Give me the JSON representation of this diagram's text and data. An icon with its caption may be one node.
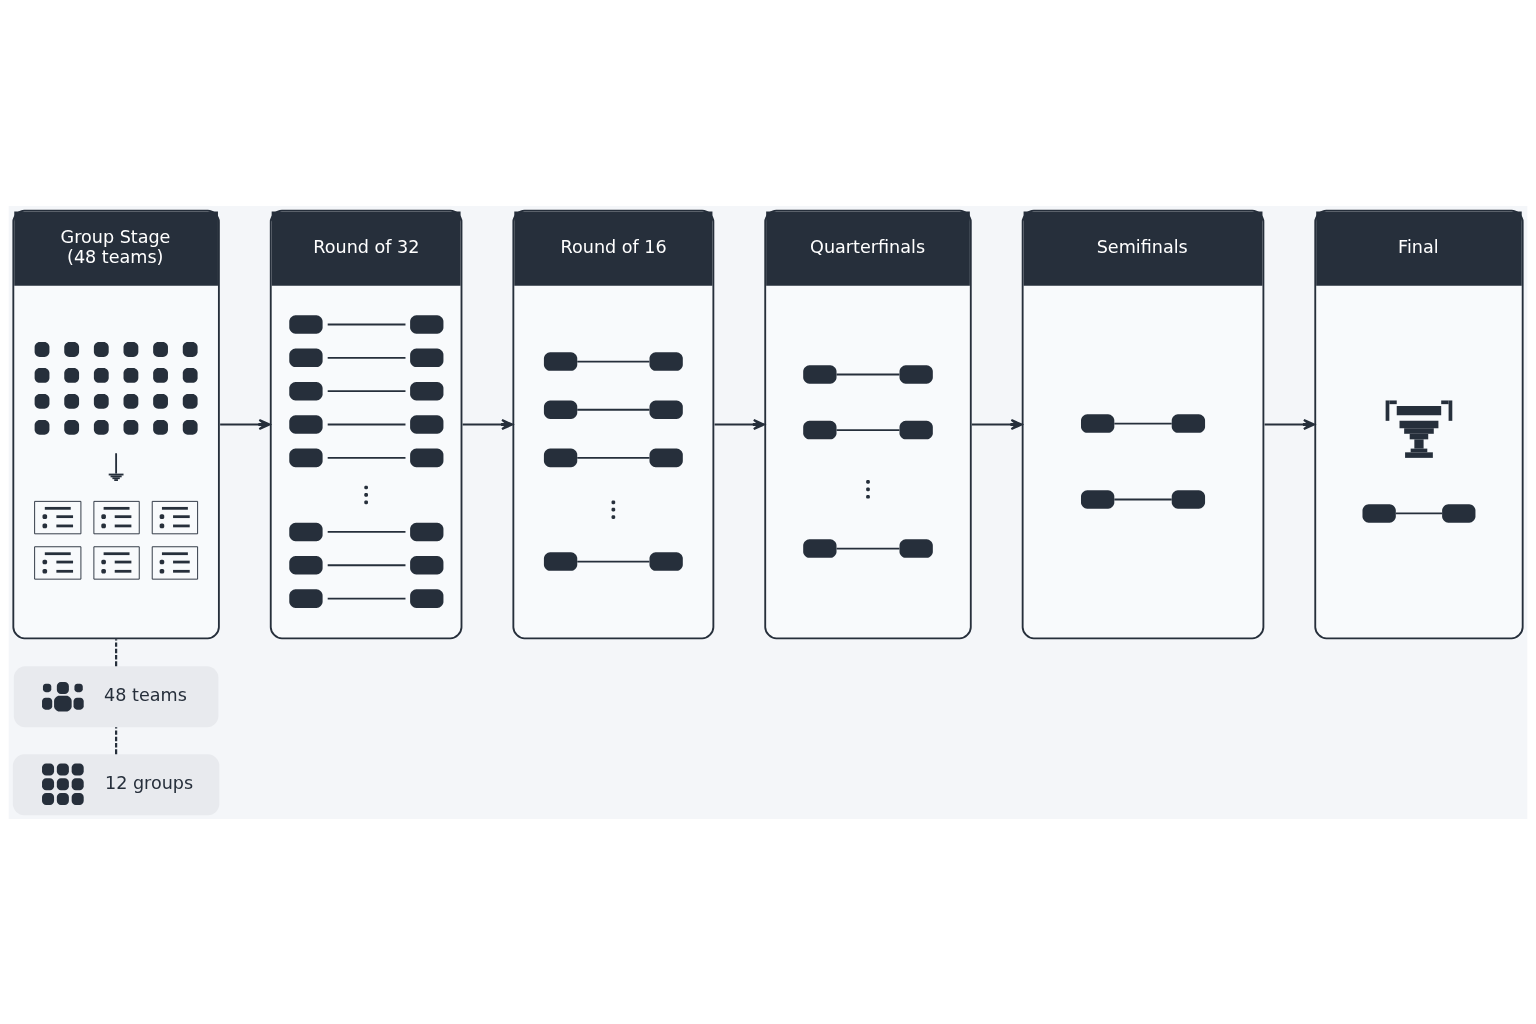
{
  "diagram": {
    "nodes": [
      {
        "text": [
          "Group Stage (48 teams)"
        ]
      },
      {
        "text": [
          "Round of 32"
        ]
      },
      {
        "text": [
          "Round of 16"
        ]
      },
      {
        "text": [
          "Quarterfinals"
        ]
      },
      {
        "text": [
          "Semifinals"
        ]
      },
      {
        "text": [
          "Final"
        ]
      },
      {
        "text": [
          "48 teams"
        ]
      },
      {
        "text": [
          "12 groups"
        ]
      }
    ],
    "edges": [
      {
        "from": 0,
        "to": 1,
        "arrow": "to"
      },
      {
        "from": 1,
        "to": 2,
        "arrow": "to"
      },
      {
        "from": 2,
        "to": 3,
        "arrow": "to"
      },
      {
        "from": 3,
        "to": 4,
        "arrow": "to"
      },
      {
        "from": 4,
        "to": 5,
        "arrow": "to"
      },
      {
        "from": 0,
        "to": 6,
        "arrow": "none",
        "style": "dashed"
      },
      {
        "from": 6,
        "to": 7,
        "arrow": "none",
        "style": "dashed"
      }
    ]
  }
}
